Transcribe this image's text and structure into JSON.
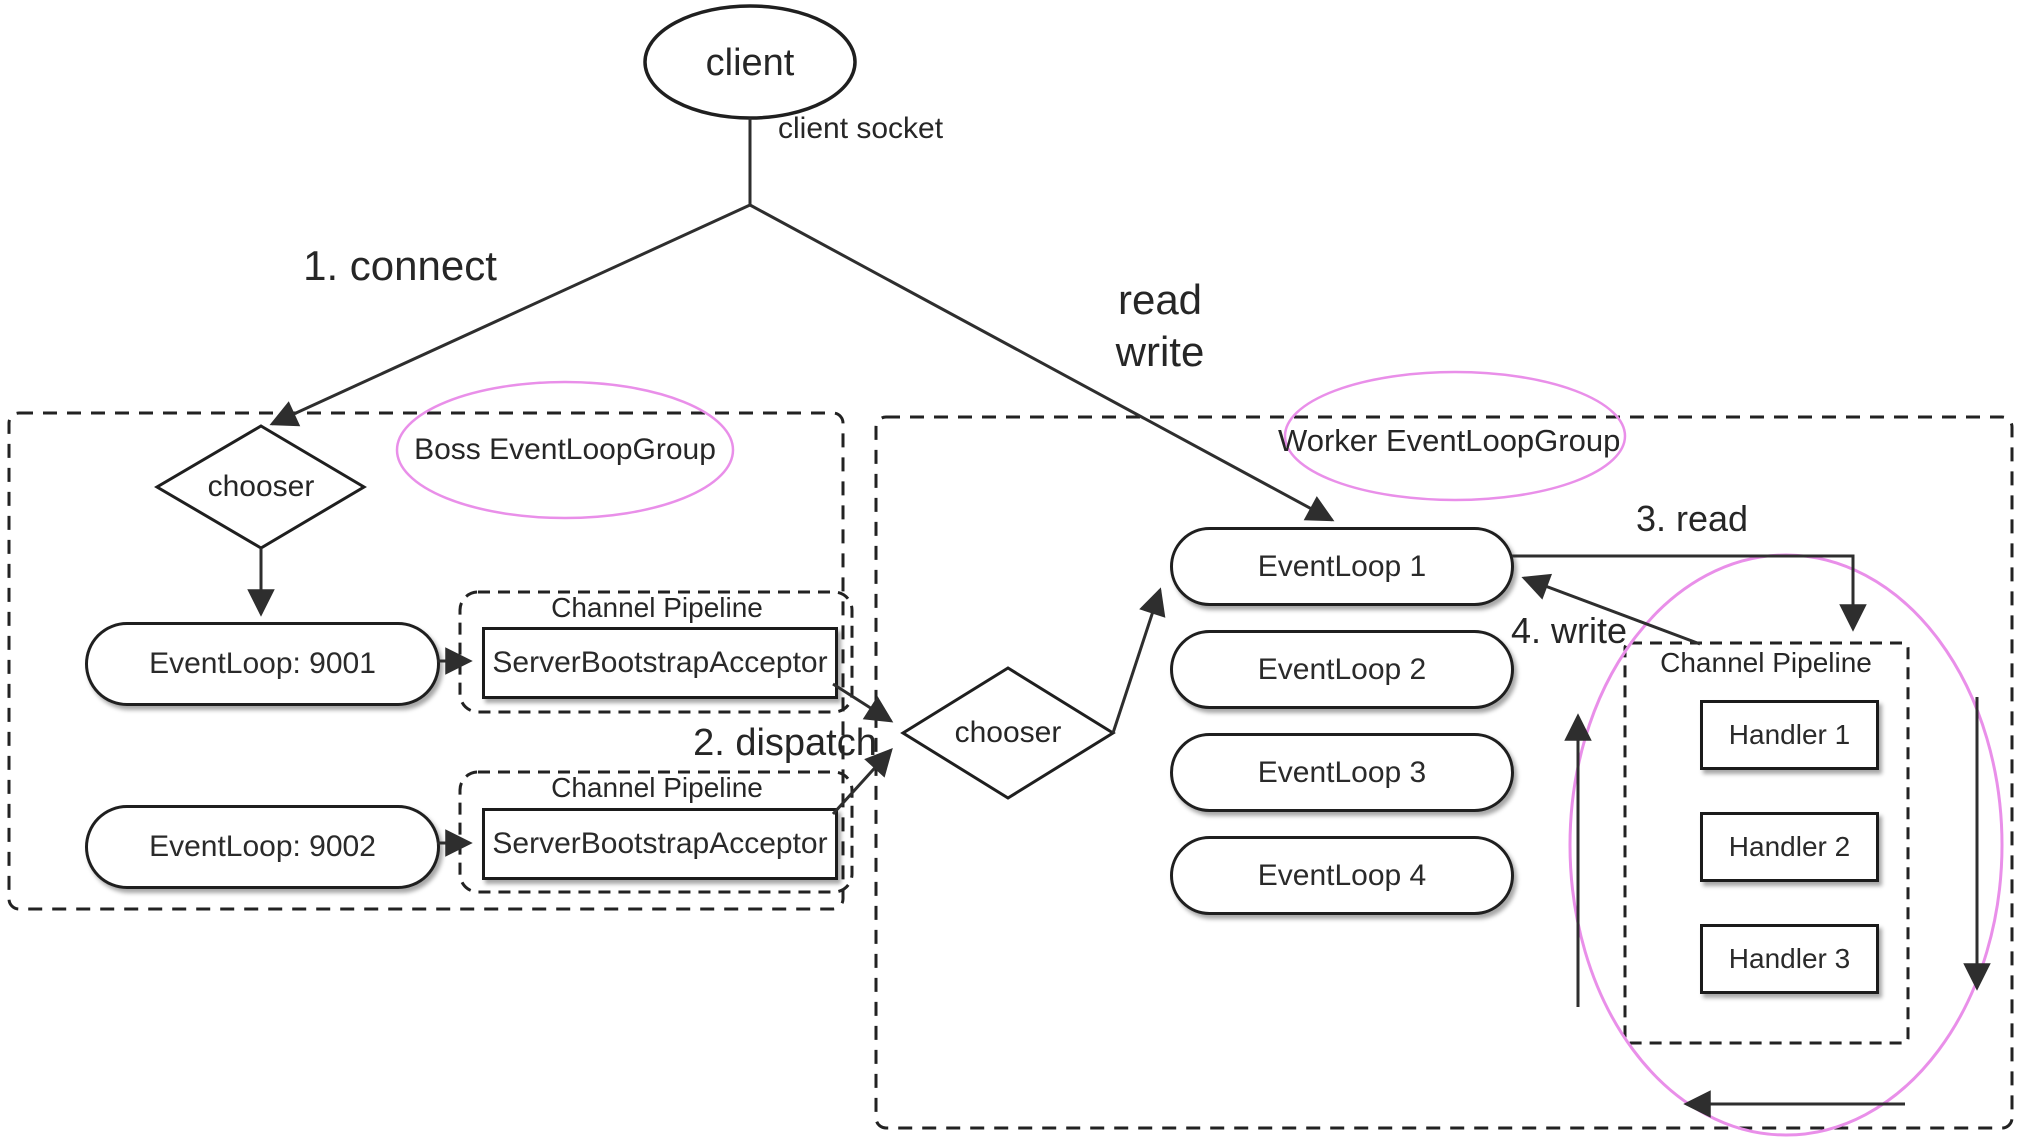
{
  "client": {
    "label": "client",
    "socket_label": "client socket"
  },
  "flow": {
    "step1": "1. connect",
    "read": "read",
    "write": "write",
    "step2": "2. dispatch",
    "step3": "3. read",
    "step4": "4. write"
  },
  "boss": {
    "title": "Boss EventLoopGroup",
    "chooser": "chooser",
    "event_loops": [
      "EventLoop: 9001",
      "EventLoop: 9002"
    ],
    "pipelines": [
      {
        "title": "Channel Pipeline",
        "acceptor": "ServerBootstrapAcceptor"
      },
      {
        "title": "Channel Pipeline",
        "acceptor": "ServerBootstrapAcceptor"
      }
    ]
  },
  "worker": {
    "title": "Worker EventLoopGroup",
    "chooser": "chooser",
    "event_loops": [
      "EventLoop 1",
      "EventLoop 2",
      "EventLoop 3",
      "EventLoop 4"
    ],
    "pipeline": {
      "title": "Channel Pipeline",
      "handlers": [
        "Handler 1",
        "Handler 2",
        "Handler 3"
      ]
    }
  },
  "colors": {
    "stroke": "#2e2e2e",
    "accent_pink": "#e98fe9",
    "box_dash": "#222222"
  }
}
